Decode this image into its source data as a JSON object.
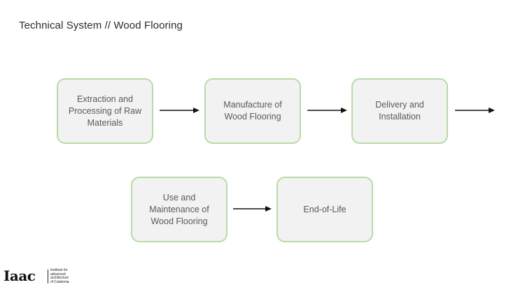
{
  "title": "Technical System // Wood Flooring",
  "steps": [
    {
      "label": "Extraction and Processing of Raw Materials"
    },
    {
      "label": "Manufacture of Wood Flooring"
    },
    {
      "label": "Delivery and Installation"
    },
    {
      "label": "Use and Maintenance of Wood Flooring"
    },
    {
      "label": "End-of-Life"
    }
  ],
  "logo": {
    "mark": "Iaac",
    "text": "Institute for\nadvanced\narchitecture\nof Catalonia"
  },
  "colors": {
    "box_border": "#b7dba5",
    "box_fill": "#f2f2f2",
    "arrow": "#111111"
  }
}
